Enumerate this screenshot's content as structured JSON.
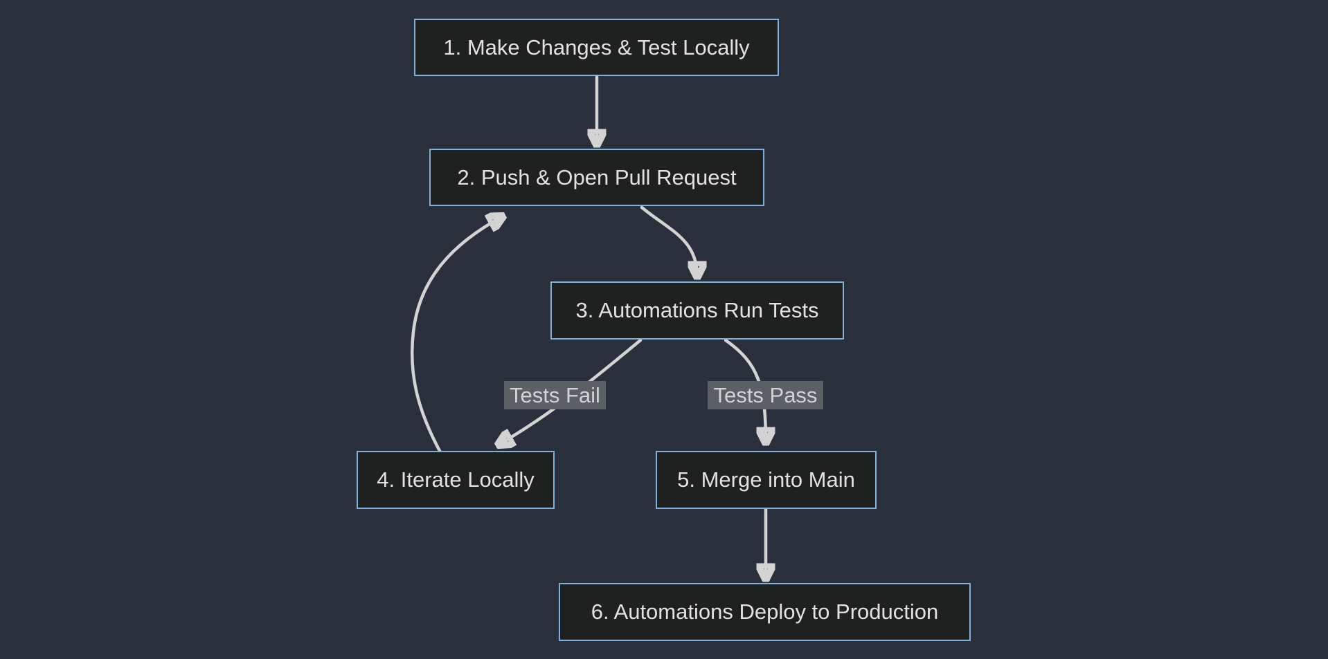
{
  "diagram": {
    "type": "flowchart",
    "direction": "top-down",
    "colors": {
      "background": "#2a2f3c",
      "node_fill": "#1f2020",
      "node_border": "#81b1db",
      "node_text": "#e2e2e2",
      "edge_stroke": "#d3d3d3",
      "edge_label_bg": "#5b6067",
      "edge_label_text": "#d3d3d3"
    },
    "nodes": [
      {
        "id": "step1",
        "label": "1. Make Changes & Test Locally"
      },
      {
        "id": "step2",
        "label": "2. Push & Open Pull Request"
      },
      {
        "id": "step3",
        "label": "3. Automations Run Tests"
      },
      {
        "id": "step4",
        "label": "4. Iterate Locally"
      },
      {
        "id": "step5",
        "label": "5. Merge into Main"
      },
      {
        "id": "step6",
        "label": "6. Automations Deploy to Production"
      }
    ],
    "edges": [
      {
        "from": "step1",
        "to": "step2",
        "label": ""
      },
      {
        "from": "step2",
        "to": "step3",
        "label": ""
      },
      {
        "from": "step3",
        "to": "step4",
        "label": "Tests Fail"
      },
      {
        "from": "step3",
        "to": "step5",
        "label": "Tests Pass"
      },
      {
        "from": "step4",
        "to": "step2",
        "label": ""
      },
      {
        "from": "step5",
        "to": "step6",
        "label": ""
      }
    ],
    "edge_labels": {
      "tests_fail": "Tests Fail",
      "tests_pass": "Tests Pass"
    }
  }
}
